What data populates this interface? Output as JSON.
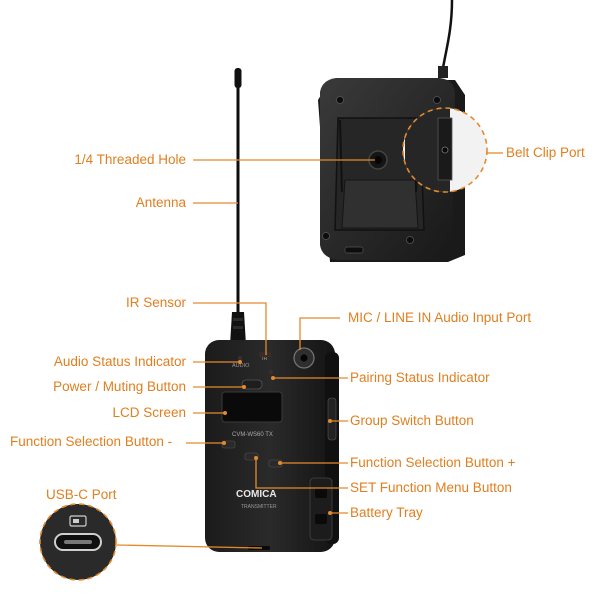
{
  "accent_color": "#e48a2b",
  "label_color": "#e07f1f",
  "device": {
    "brand": "COMICA",
    "model_text": "CVM-WS60 TX",
    "sub_text": "TRANSMITTER",
    "audio_mark": "AUDIO",
    "ir_mark": "IR"
  },
  "labels": {
    "threaded_hole": "1/4 Threaded Hole",
    "belt_clip_port": "Belt Clip Port",
    "antenna": "Antenna",
    "ir_sensor": "IR Sensor",
    "mic_line_in": "MIC / LINE IN Audio Input Port",
    "audio_status": "Audio Status Indicator",
    "pairing_status": "Pairing Status Indicator",
    "power_muting": "Power / Muting Button",
    "lcd_screen": "LCD Screen",
    "group_switch": "Group Switch Button",
    "function_minus": "Function Selection Button -",
    "function_plus": "Function Selection Button +",
    "set_menu": "SET Function Menu Button",
    "usb_c": "USB-C Port",
    "battery_tray": "Battery Tray"
  },
  "icons": {
    "usb_c": "usb-c-port-icon",
    "antenna": "antenna-icon"
  }
}
